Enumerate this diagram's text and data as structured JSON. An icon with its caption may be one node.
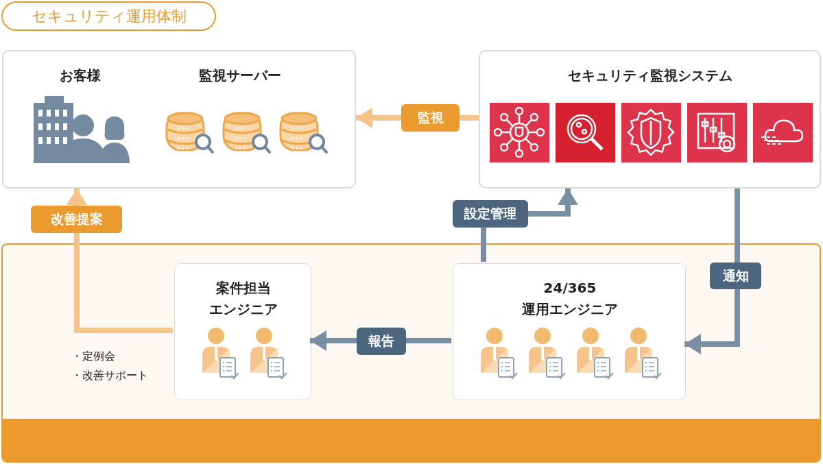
{
  "diagram": {
    "nodes": [
      {
        "text": [
          "セキュリティ運用体制"
        ]
      },
      {
        "text": [
          "お客様",
          "監視サーバー"
        ]
      },
      {
        "text": [
          "セキュリティ監視システム"
        ]
      },
      {
        "text": [],
        "shape": "box"
      },
      {
        "text": [
          "案件担当エンジニア"
        ],
        "in": 3,
        "beside": [
          "・定例会",
          "・改善サポート"
        ]
      },
      {
        "text": [
          "24/365運用エンジニア"
        ],
        "in": 3
      }
    ],
    "edges": [
      {
        "from": 2,
        "to": 1,
        "arrow": "to",
        "label": "監視",
        "color": "#f5c48a"
      },
      {
        "from": 4,
        "to": 1,
        "arrow": "to",
        "label": "改善提案",
        "color": "#f5c48a"
      },
      {
        "from": 5,
        "to": 2,
        "arrow": "to",
        "label": "設定管理"
      },
      {
        "from": 2,
        "to": 5,
        "arrow": "to",
        "label": "通知"
      },
      {
        "from": 5,
        "to": 4,
        "arrow": "to",
        "label": "報告"
      }
    ]
  }
}
